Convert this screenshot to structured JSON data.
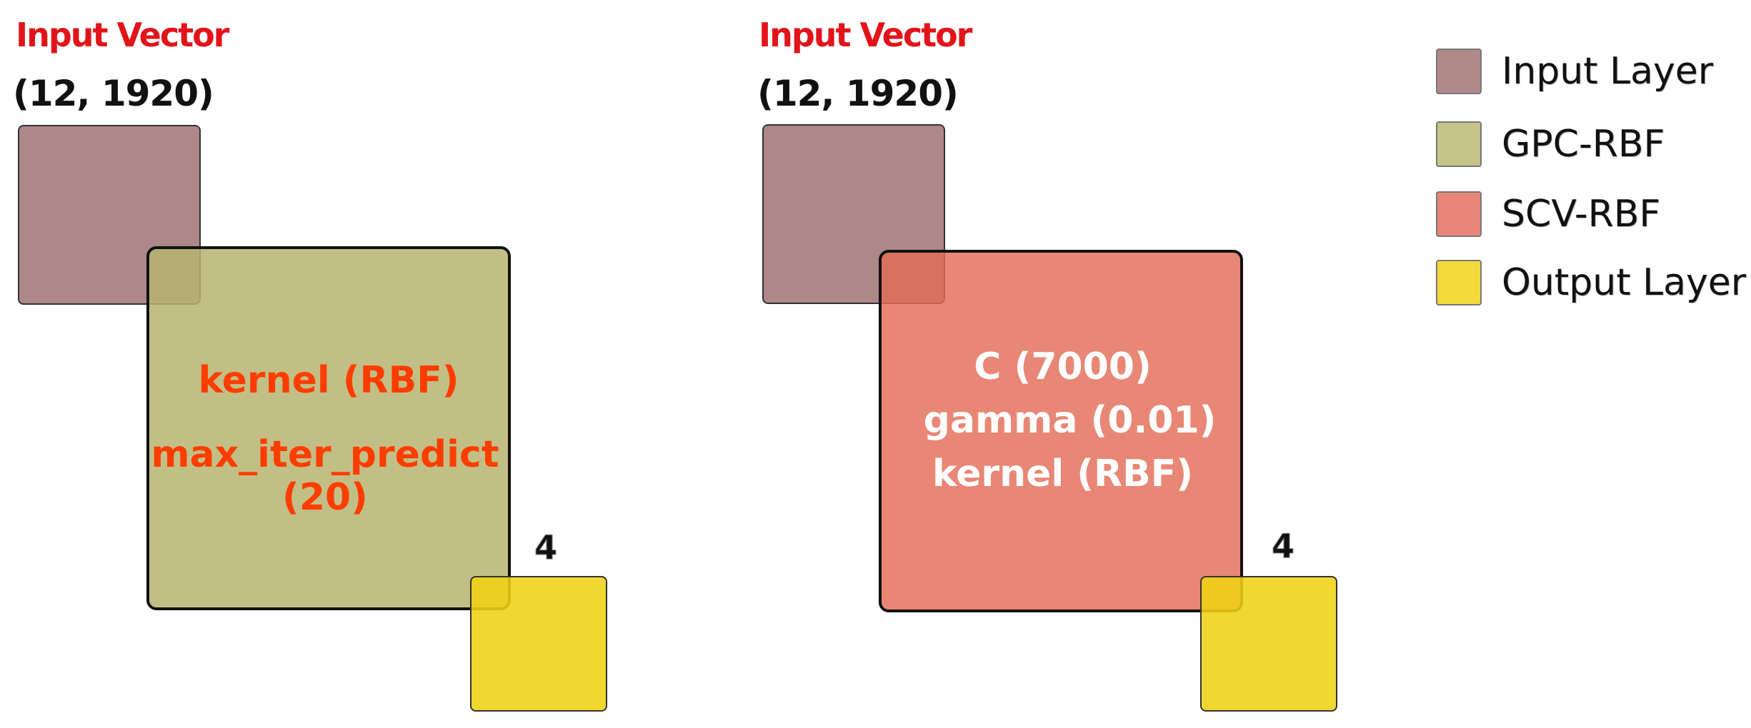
{
  "diagrams": [
    {
      "title": "Input Vector",
      "input_shape": "(12, 1920)",
      "params": [
        "kernel (RBF)",
        "max_iter_predict",
        "(20)"
      ],
      "output_size": "4"
    },
    {
      "title": "Input Vector",
      "input_shape": "(12, 1920)",
      "params": [
        "C (7000)",
        "gamma (0.01)",
        "kernel (RBF)"
      ],
      "output_size": "4"
    }
  ],
  "legend": [
    {
      "label": "Input Layer",
      "color": "#b08a89"
    },
    {
      "label": "GPC-RBF",
      "color": "#c5c48a"
    },
    {
      "label": "SCV-RBF",
      "color": "#e9867a"
    },
    {
      "label": "Output Layer",
      "color": "#f3d93a"
    }
  ],
  "colors": {
    "title_red": "#e2141a",
    "gpc_param_orange": "#ff3d00",
    "scv_param_white": "#ffffff"
  }
}
